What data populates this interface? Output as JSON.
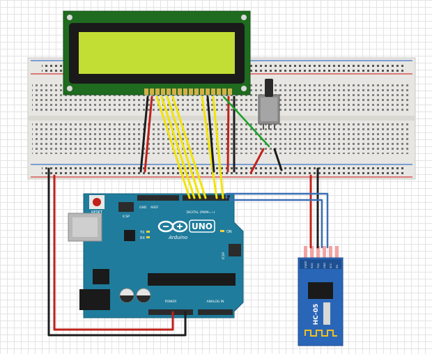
{
  "components": {
    "lcd": {
      "name": "16x2 LCD",
      "pin_count": 16
    },
    "potentiometer": {
      "name": "Potentiometer"
    },
    "arduino": {
      "brand": "Arduino",
      "model": "UNO",
      "reset_label": "RESET",
      "icsp_label": "ICSP",
      "icsp2_label": "ICSP",
      "on_label": "ON",
      "tx_label": "TX",
      "rx_label": "RX",
      "digital_label": "DIGITAL (PWM=~)",
      "power_label": "POWER",
      "analog_label": "ANALOG IN",
      "aref_label": "AREF",
      "gnd_label": "GND"
    },
    "bluetooth": {
      "model": "HC-05",
      "pin_labels": [
        "STATE",
        "RXD",
        "TXD",
        "GND",
        "VCC",
        "EN"
      ]
    }
  },
  "colors": {
    "breadboard": "#e7e6e2",
    "pcb_green": "#1f6b1f",
    "lcd_screen": "#c2de34",
    "arduino_board": "#1f7c9c",
    "bt_board": "#2a66b7",
    "wire_red": "#c0221a",
    "wire_black": "#1c1c1c",
    "wire_yellow": "#f2e400",
    "wire_green": "#18a028",
    "wire_blue": "#3a6fb4"
  }
}
